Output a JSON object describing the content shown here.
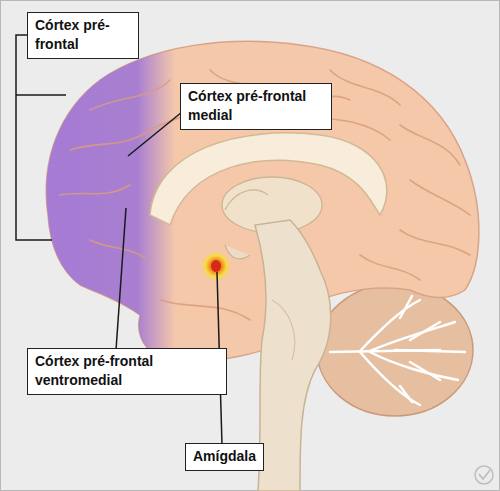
{
  "diagram": {
    "nodes": [
      {
        "text": [
          "Córtex pré-frontal"
        ]
      },
      {
        "text": [
          "Córtex pré-frontal medial"
        ]
      },
      {
        "text": [
          "Córtex pré-frontal ventromedial"
        ]
      },
      {
        "text": [
          "Amígdala"
        ]
      }
    ]
  }
}
